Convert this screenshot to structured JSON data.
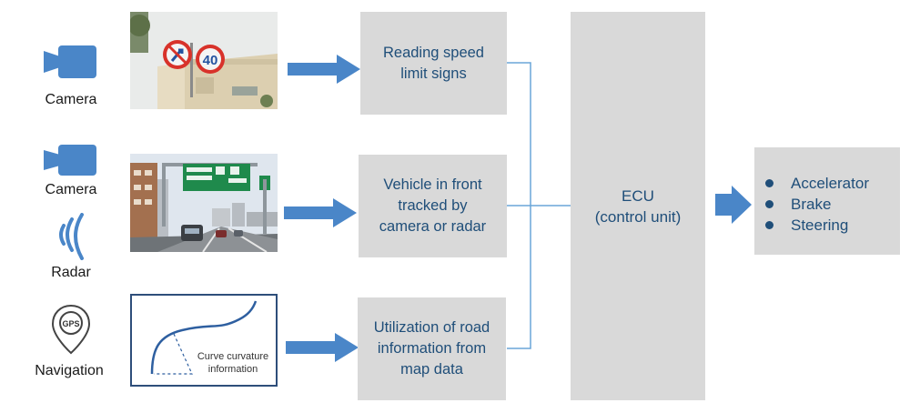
{
  "sensors": {
    "camera_1": "Camera",
    "camera_2": "Camera",
    "radar": "Radar",
    "navigation": "Navigation",
    "gps_badge": "GPS"
  },
  "sign_text": "40",
  "map_caption": "Curve curvature\ninformation",
  "processes": {
    "speed": "Reading speed\nlimit signs",
    "vehicle": "Vehicle in front\ntracked by\ncamera or radar",
    "road": "Utilization of road\ninformation from\nmap data"
  },
  "ecu": "ECU\n(control unit)",
  "outputs": [
    "Accelerator",
    "Brake",
    "Steering"
  ],
  "colors": {
    "accent_blue": "#4a86c8",
    "box_gray": "#d9d9d9",
    "text_navy": "#1f4e79",
    "line_blue": "#6aa5d8"
  }
}
